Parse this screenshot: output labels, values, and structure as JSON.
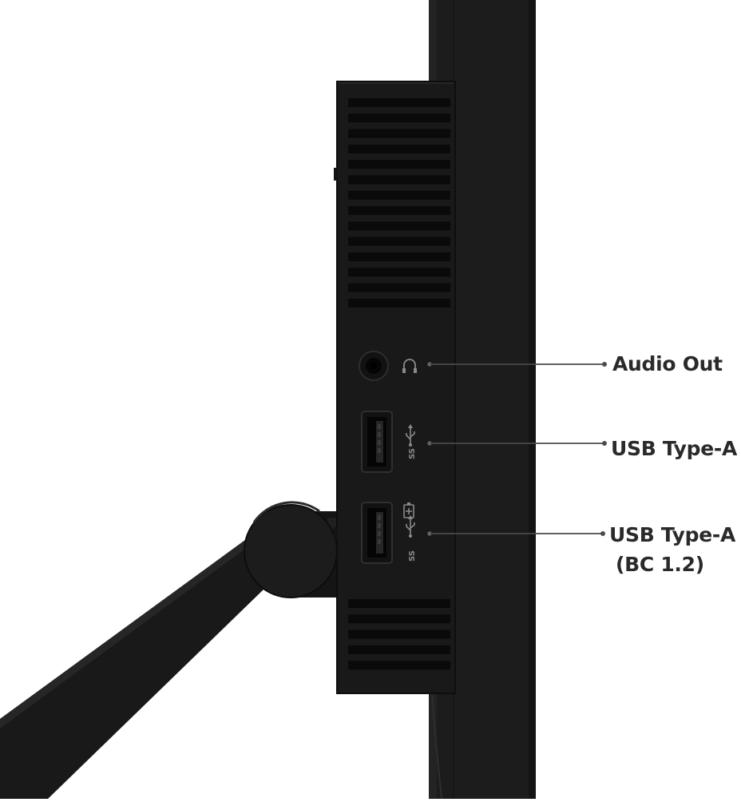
{
  "colors": {
    "monitor_body": "#1c1c1c",
    "monitor_edge": "#111111",
    "panel": "#191919",
    "vent_slot": "#0a0a0a",
    "stand_arm": "#1a1a1a",
    "callout_line": "#4a4a4a",
    "label_text": "#2a2a2a",
    "background": "#ffffff"
  },
  "callouts": [
    {
      "id": "audio",
      "label": "Audio Out",
      "icon": "headphone-icon"
    },
    {
      "id": "usb1",
      "label": "USB Type-A",
      "icon": "usb-superspeed-icon"
    },
    {
      "id": "usb2",
      "label": "USB Type-A",
      "sublabel": "(BC 1.2)",
      "icon": "usb-charging-icon"
    }
  ]
}
